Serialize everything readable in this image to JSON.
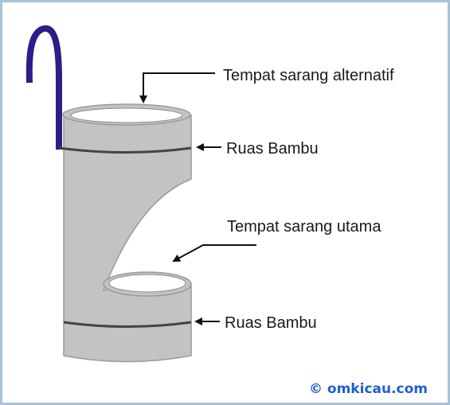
{
  "labels": {
    "alt_nest": "Tempat sarang alternatif",
    "node_top": "Ruas Bambu",
    "main_nest": "Tempat sarang utama",
    "node_bottom": "Ruas Bambu"
  },
  "credit": "© omkicau.com",
  "colors": {
    "bamboo_body": "#c3c3c3",
    "bamboo_outline": "#9a9a9a",
    "node_band": "#444444",
    "hook": "#2a1f86",
    "frame_border": "#a8c2d9",
    "credit_text": "#1f5fd0",
    "arrow": "#111111"
  }
}
